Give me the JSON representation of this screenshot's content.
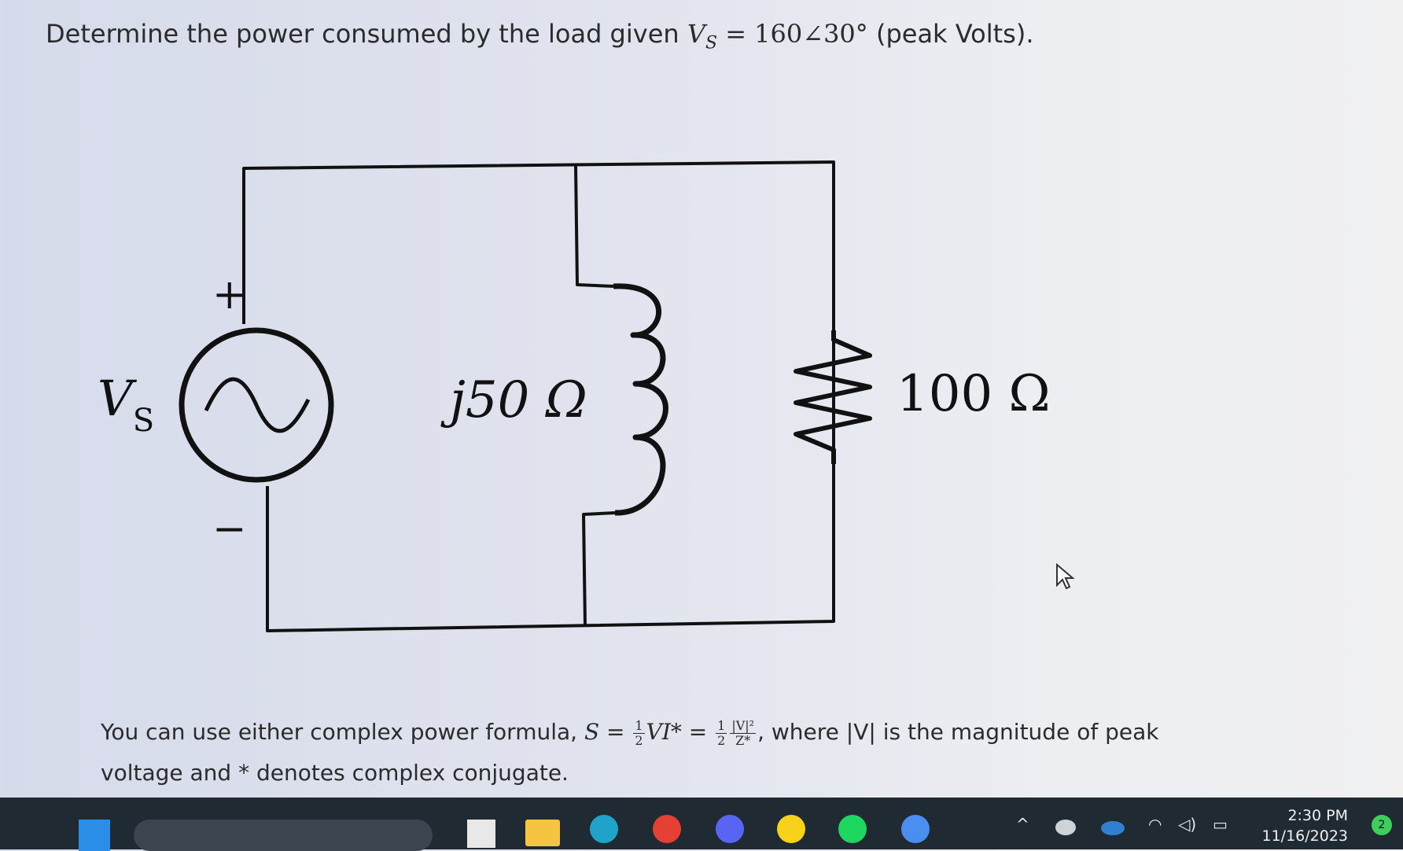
{
  "question": {
    "prefix": "Determine the power consumed by the load given ",
    "v_sym": "V",
    "v_sub": "S",
    "equals": " = 160∠30°",
    "suffix": " (peak Volts)."
  },
  "circuit": {
    "source_label": "V",
    "source_sub": "S",
    "plus": "+",
    "minus": "−",
    "inductor_label": "j50 Ω",
    "resistor_label": "100 Ω"
  },
  "hint": {
    "line1_pre": "You can use either complex power formula, ",
    "formula_a": "S = ",
    "frac_half_num": "1",
    "frac_half_den": "2",
    "formula_b": "VI* = ",
    "frac_v_num": "|V|²",
    "frac_v_den": "Z*",
    "line1_post": ", where |V| is the magnitude of peak",
    "line2": "voltage and * denotes complex conjugate."
  },
  "taskbar": {
    "time": "2:30 PM",
    "date": "11/16/2023",
    "notification_count": "2",
    "icons": [
      "windows-start-icon",
      "search-box",
      "file-explorer-icon",
      "edge-icon",
      "chrome-icon",
      "discord-icon",
      "snapchat-icon",
      "spotify-icon",
      "chrome-profile-icon"
    ],
    "tray_icons": [
      "chevron-up-icon",
      "cloud-icon",
      "onedrive-icon",
      "wifi-icon",
      "volume-icon",
      "battery-icon"
    ]
  },
  "colors": {
    "taskbar": "#1f2a33",
    "wire": "#111111",
    "text": "#2b2b2b"
  }
}
